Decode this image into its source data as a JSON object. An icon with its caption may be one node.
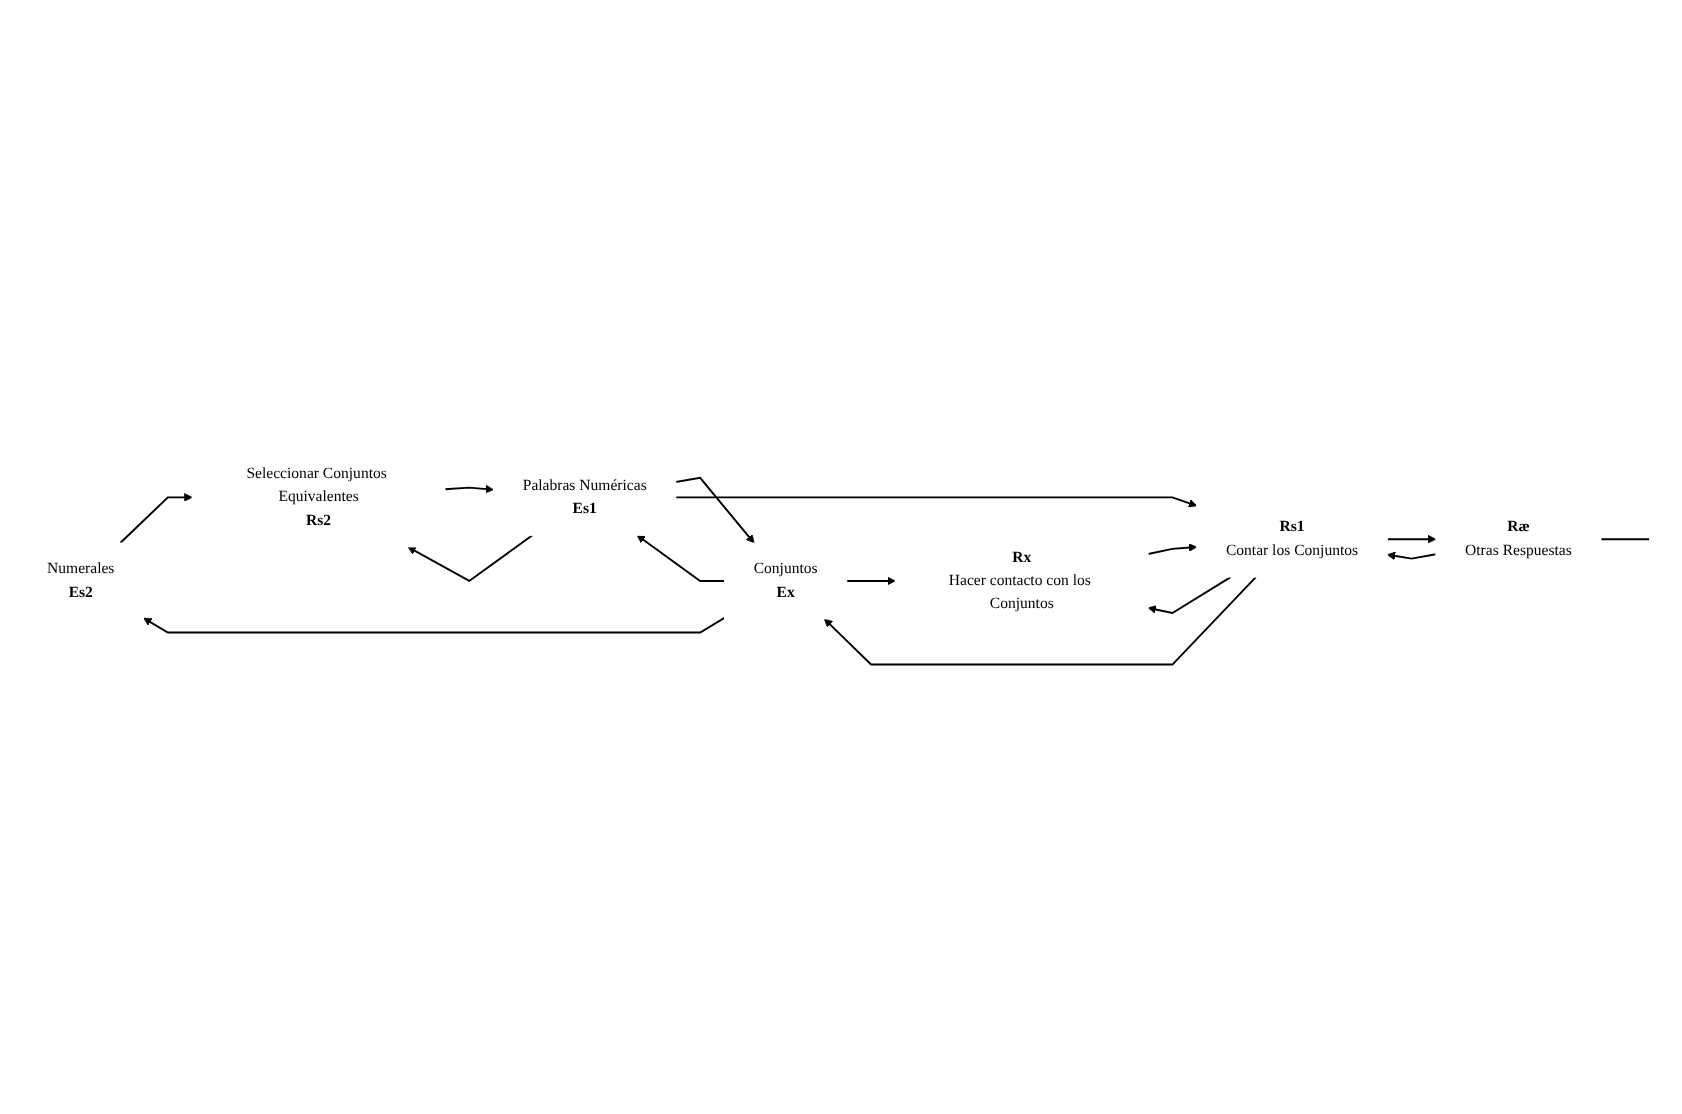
{
  "diagram": {
    "nodes": [
      {
        "text": [
          "Numerales",
          "Es2"
        ]
      },
      {
        "text": [
          "Seleccionar Conjuntos Equivalentes",
          "Rs2"
        ]
      },
      {
        "text": [
          "Palabras Numéricas",
          "Es1"
        ]
      },
      {
        "text": [
          "Conjuntos",
          "Ex"
        ]
      },
      {
        "text": [
          "Ræ",
          "Otras Respuestas"
        ]
      },
      {
        "text": [
          "Rs1",
          "Contar los Conjuntos"
        ]
      },
      {
        "text": [
          "Rx",
          "Hacer contacto con los Conjuntos"
        ]
      }
    ],
    "edges": [
      {
        "from": 3,
        "to": 0,
        "arrow": "to"
      },
      {
        "from": 2,
        "to": 1,
        "arrow": "to"
      },
      {
        "from": 3,
        "to": 2,
        "arrow": "to"
      },
      {
        "from": 0,
        "to": 1,
        "arrow": "to"
      },
      {
        "from": 1,
        "to": 2,
        "arrow": "to"
      },
      {
        "from": 2,
        "to": 3,
        "arrow": "to"
      },
      {
        "from": 2,
        "to": 5,
        "arrow": "to"
      },
      {
        "from": 5,
        "to": 3,
        "arrow": "to"
      },
      {
        "from": 3,
        "to": 6,
        "arrow": "to"
      },
      {
        "from": 4,
        "to": 5,
        "arrow": "to"
      },
      {
        "from": 5,
        "to": 6,
        "arrow": "to"
      },
      {
        "from": 5,
        "to": 4,
        "arrow": "to"
      },
      {
        "from": 6,
        "to": 5,
        "arrow": "to"
      },
      {
        "from": 4,
        "to": null,
        "arrow": "none"
      }
    ]
  }
}
